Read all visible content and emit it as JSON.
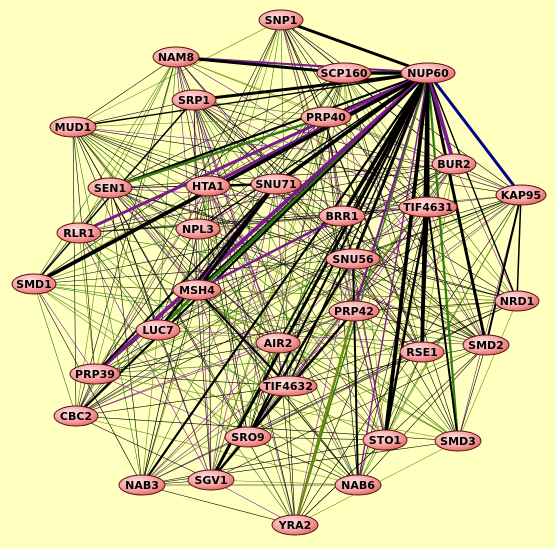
{
  "colors": {
    "background": "#ffffc0",
    "node_fill_light": "#ffd4d4",
    "node_fill_dark": "#e87a7a",
    "edge_black": "#000000",
    "edge_purple": "#7a1a8c",
    "edge_green": "#2f7a12",
    "edge_olive": "#6f8a10",
    "edge_blue": "#00008c"
  },
  "nodes": [
    {
      "id": "SNP1",
      "label": "SNP1"
    },
    {
      "id": "NAM8",
      "label": "NAM8"
    },
    {
      "id": "SCP160",
      "label": "SCP160"
    },
    {
      "id": "NUP60",
      "label": "NUP60"
    },
    {
      "id": "SRP1",
      "label": "SRP1"
    },
    {
      "id": "MUD1",
      "label": "MUD1"
    },
    {
      "id": "PRP40",
      "label": "PRP40"
    },
    {
      "id": "BUR2",
      "label": "BUR2"
    },
    {
      "id": "SEN1",
      "label": "SEN1"
    },
    {
      "id": "HTA1",
      "label": "HTA1"
    },
    {
      "id": "SNU71",
      "label": "SNU71"
    },
    {
      "id": "KAP95",
      "label": "KAP95"
    },
    {
      "id": "TIF4631",
      "label": "TIF4631"
    },
    {
      "id": "BRR1",
      "label": "BRR1"
    },
    {
      "id": "RLR1",
      "label": "RLR1"
    },
    {
      "id": "NPL3",
      "label": "NPL3"
    },
    {
      "id": "SNU56",
      "label": "SNU56"
    },
    {
      "id": "SMD1",
      "label": "SMD1"
    },
    {
      "id": "MSH4",
      "label": "MSH4"
    },
    {
      "id": "NRD1",
      "label": "NRD1"
    },
    {
      "id": "PRP42",
      "label": "PRP42"
    },
    {
      "id": "LUC7",
      "label": "LUC7"
    },
    {
      "id": "SMD2",
      "label": "SMD2"
    },
    {
      "id": "AIR2",
      "label": "AIR2"
    },
    {
      "id": "RSE1",
      "label": "RSE1"
    },
    {
      "id": "PRP39",
      "label": "PRP39"
    },
    {
      "id": "TIF4632",
      "label": "TIF4632"
    },
    {
      "id": "CBC2",
      "label": "CBC2"
    },
    {
      "id": "SRO9",
      "label": "SRO9"
    },
    {
      "id": "STO1",
      "label": "STO1"
    },
    {
      "id": "SMD3",
      "label": "SMD3"
    },
    {
      "id": "SGV1",
      "label": "SGV1"
    },
    {
      "id": "NAB3",
      "label": "NAB3"
    },
    {
      "id": "NAB6",
      "label": "NAB6"
    },
    {
      "id": "YRA2",
      "label": "YRA2"
    }
  ]
}
